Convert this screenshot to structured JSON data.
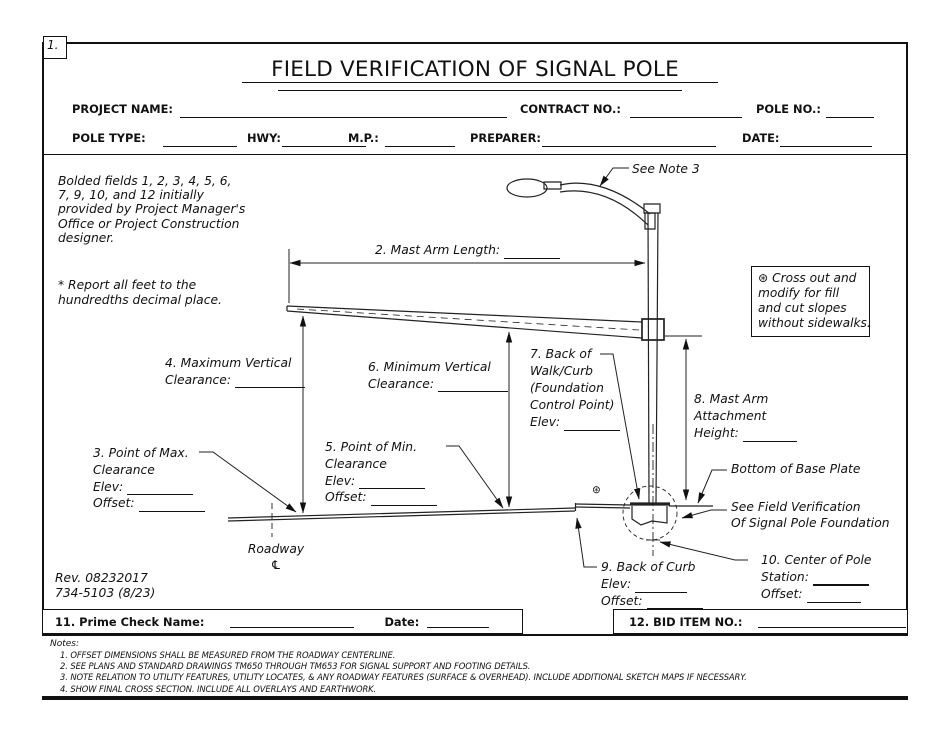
{
  "header": {
    "corner_ref": "1.",
    "title": "FIELD VERIFICATION OF SIGNAL POLE"
  },
  "info_fields": {
    "project_name": "PROJECT NAME:",
    "contract_no": "CONTRACT NO.:",
    "pole_no": "POLE NO.:",
    "pole_type": "POLE TYPE:",
    "hwy": "HWY:",
    "mp": "M.P.:",
    "preparer": "PREPARER:",
    "date": "DATE:"
  },
  "diagram": {
    "provided_note": [
      "Bolded fields 1, 2, 3, 4, 5, 6,",
      "7, 9, 10, and 12 initially",
      "provided by  Project Manager's",
      "Office or Project Construction",
      "designer."
    ],
    "report_note": [
      "* Report all feet to the",
      "hundredths decimal place."
    ],
    "see_note_3": "See Note 3",
    "mast_arm_length_label": "2. Mast Arm Length:",
    "cross_out_note": {
      "symbol": "⊛",
      "lines": [
        "Cross out and",
        "modify for fill",
        "and cut slopes",
        "without sidewalks."
      ]
    },
    "cross_out_symbol": "⊛",
    "max_clearance": [
      "4. Maximum Vertical",
      "Clearance:"
    ],
    "min_clearance": [
      "6. Minimum Vertical",
      "Clearance:"
    ],
    "back_of_walk": [
      "7. Back of",
      "Walk/Curb",
      "(Foundation",
      "Control Point)",
      "Elev:"
    ],
    "mast_arm_attachment": [
      "8. Mast Arm",
      "Attachment",
      "Height:"
    ],
    "point_of_max": {
      "l1": "3. Point of Max.",
      "l2": "Clearance",
      "elev": "Elev:",
      "offset": "Offset:"
    },
    "point_of_min": {
      "l1": "5. Point of Min.",
      "l2": "Clearance",
      "elev": "Elev:",
      "offset": "Offset:"
    },
    "roadway": "Roadway",
    "centerline_symbol": "℄",
    "bottom_of_base_plate": "Bottom of Base Plate",
    "see_field_verification": [
      "See Field Verification",
      "Of Signal Pole Foundation"
    ],
    "back_of_curb": {
      "l1": "9. Back of Curb",
      "elev": "Elev:",
      "offset": "Offset:"
    },
    "center_of_pole": {
      "l1": "10. Center of Pole",
      "station": "Station:",
      "offset": "Offset:"
    }
  },
  "footer": {
    "rev": "Rev. 08232017",
    "form_number": "734-5103 (8/23)",
    "prime_check_label": "11. Prime Check Name:",
    "date_label": "Date:",
    "bid_item_label": "12. BID ITEM NO.:"
  },
  "notes": {
    "heading": "Notes:",
    "items": [
      "1. OFFSET DIMENSIONS SHALL BE MEASURED FROM THE ROADWAY CENTERLINE.",
      "2. SEE PLANS AND STANDARD DRAWINGS TM650 THROUGH TM653 FOR SIGNAL SUPPORT AND FOOTING DETAILS.",
      "3. NOTE RELATION TO UTILITY FEATURES, UTILITY LOCATES, & ANY ROADWAY FEATURES (SURFACE & OVERHEAD). INCLUDE ADDITIONAL SKETCH MAPS IF NECESSARY.",
      "4. SHOW FINAL CROSS SECTION. INCLUDE ALL OVERLAYS AND EARTHWORK."
    ]
  },
  "colors": {
    "ink": "#111111",
    "paper": "#ffffff"
  }
}
